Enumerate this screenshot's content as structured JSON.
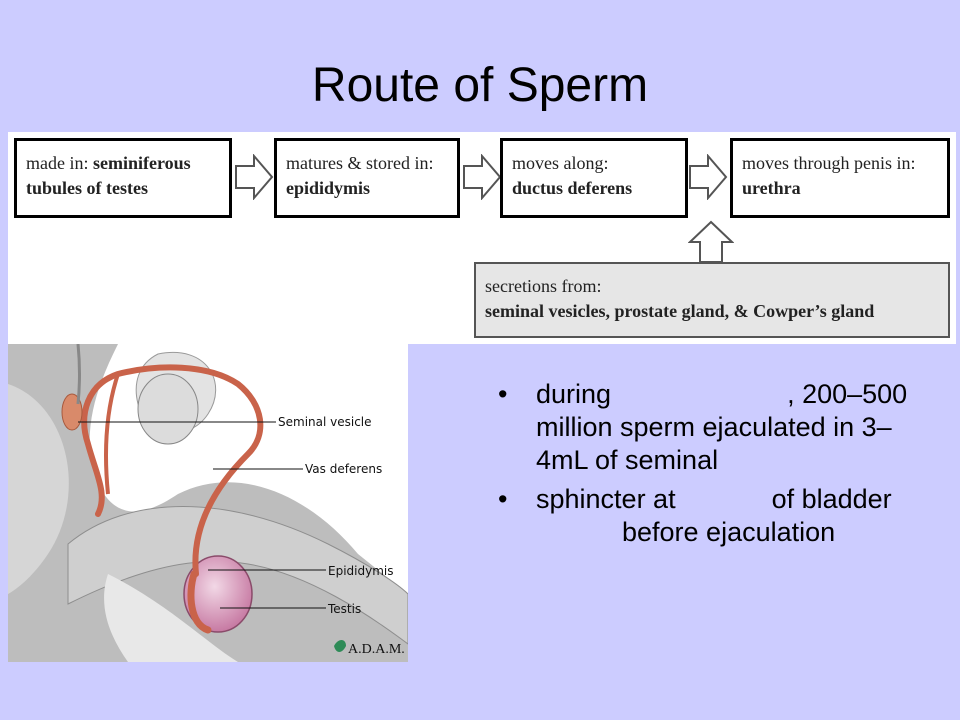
{
  "title": "Route of Sperm",
  "flow": {
    "box1": {
      "prefix": "made in:",
      "inline_bold": "seminiferous",
      "line2": "tubules of testes"
    },
    "box2": {
      "label": "matures & stored in:",
      "value": "epididymis"
    },
    "box3": {
      "label": "moves along:",
      "value": "ductus deferens"
    },
    "box4": {
      "label": "moves through penis in:",
      "value": "urethra"
    },
    "secretions": {
      "label": "secretions from:",
      "value": "seminal vesicles, prostate gland, & Cowper’s gland"
    }
  },
  "anatomy": {
    "labels": {
      "seminal_vesicle": "Seminal vesicle",
      "vas_deferens": "Vas deferens",
      "epididymis": "Epididymis",
      "testis": "Testis"
    },
    "credit": "A.D.A.M."
  },
  "bullets": {
    "b1_part1": "during",
    "b1_part2": ", 200–500 million sperm ejaculated in 3–4mL of seminal",
    "b2_part1": "sphincter at",
    "b2_part2": "of bladder",
    "b2_part3": "before ejaculation"
  },
  "colors": {
    "background": "#ccccff",
    "duct": "#c9634a",
    "testis": "#d9a0c0"
  }
}
